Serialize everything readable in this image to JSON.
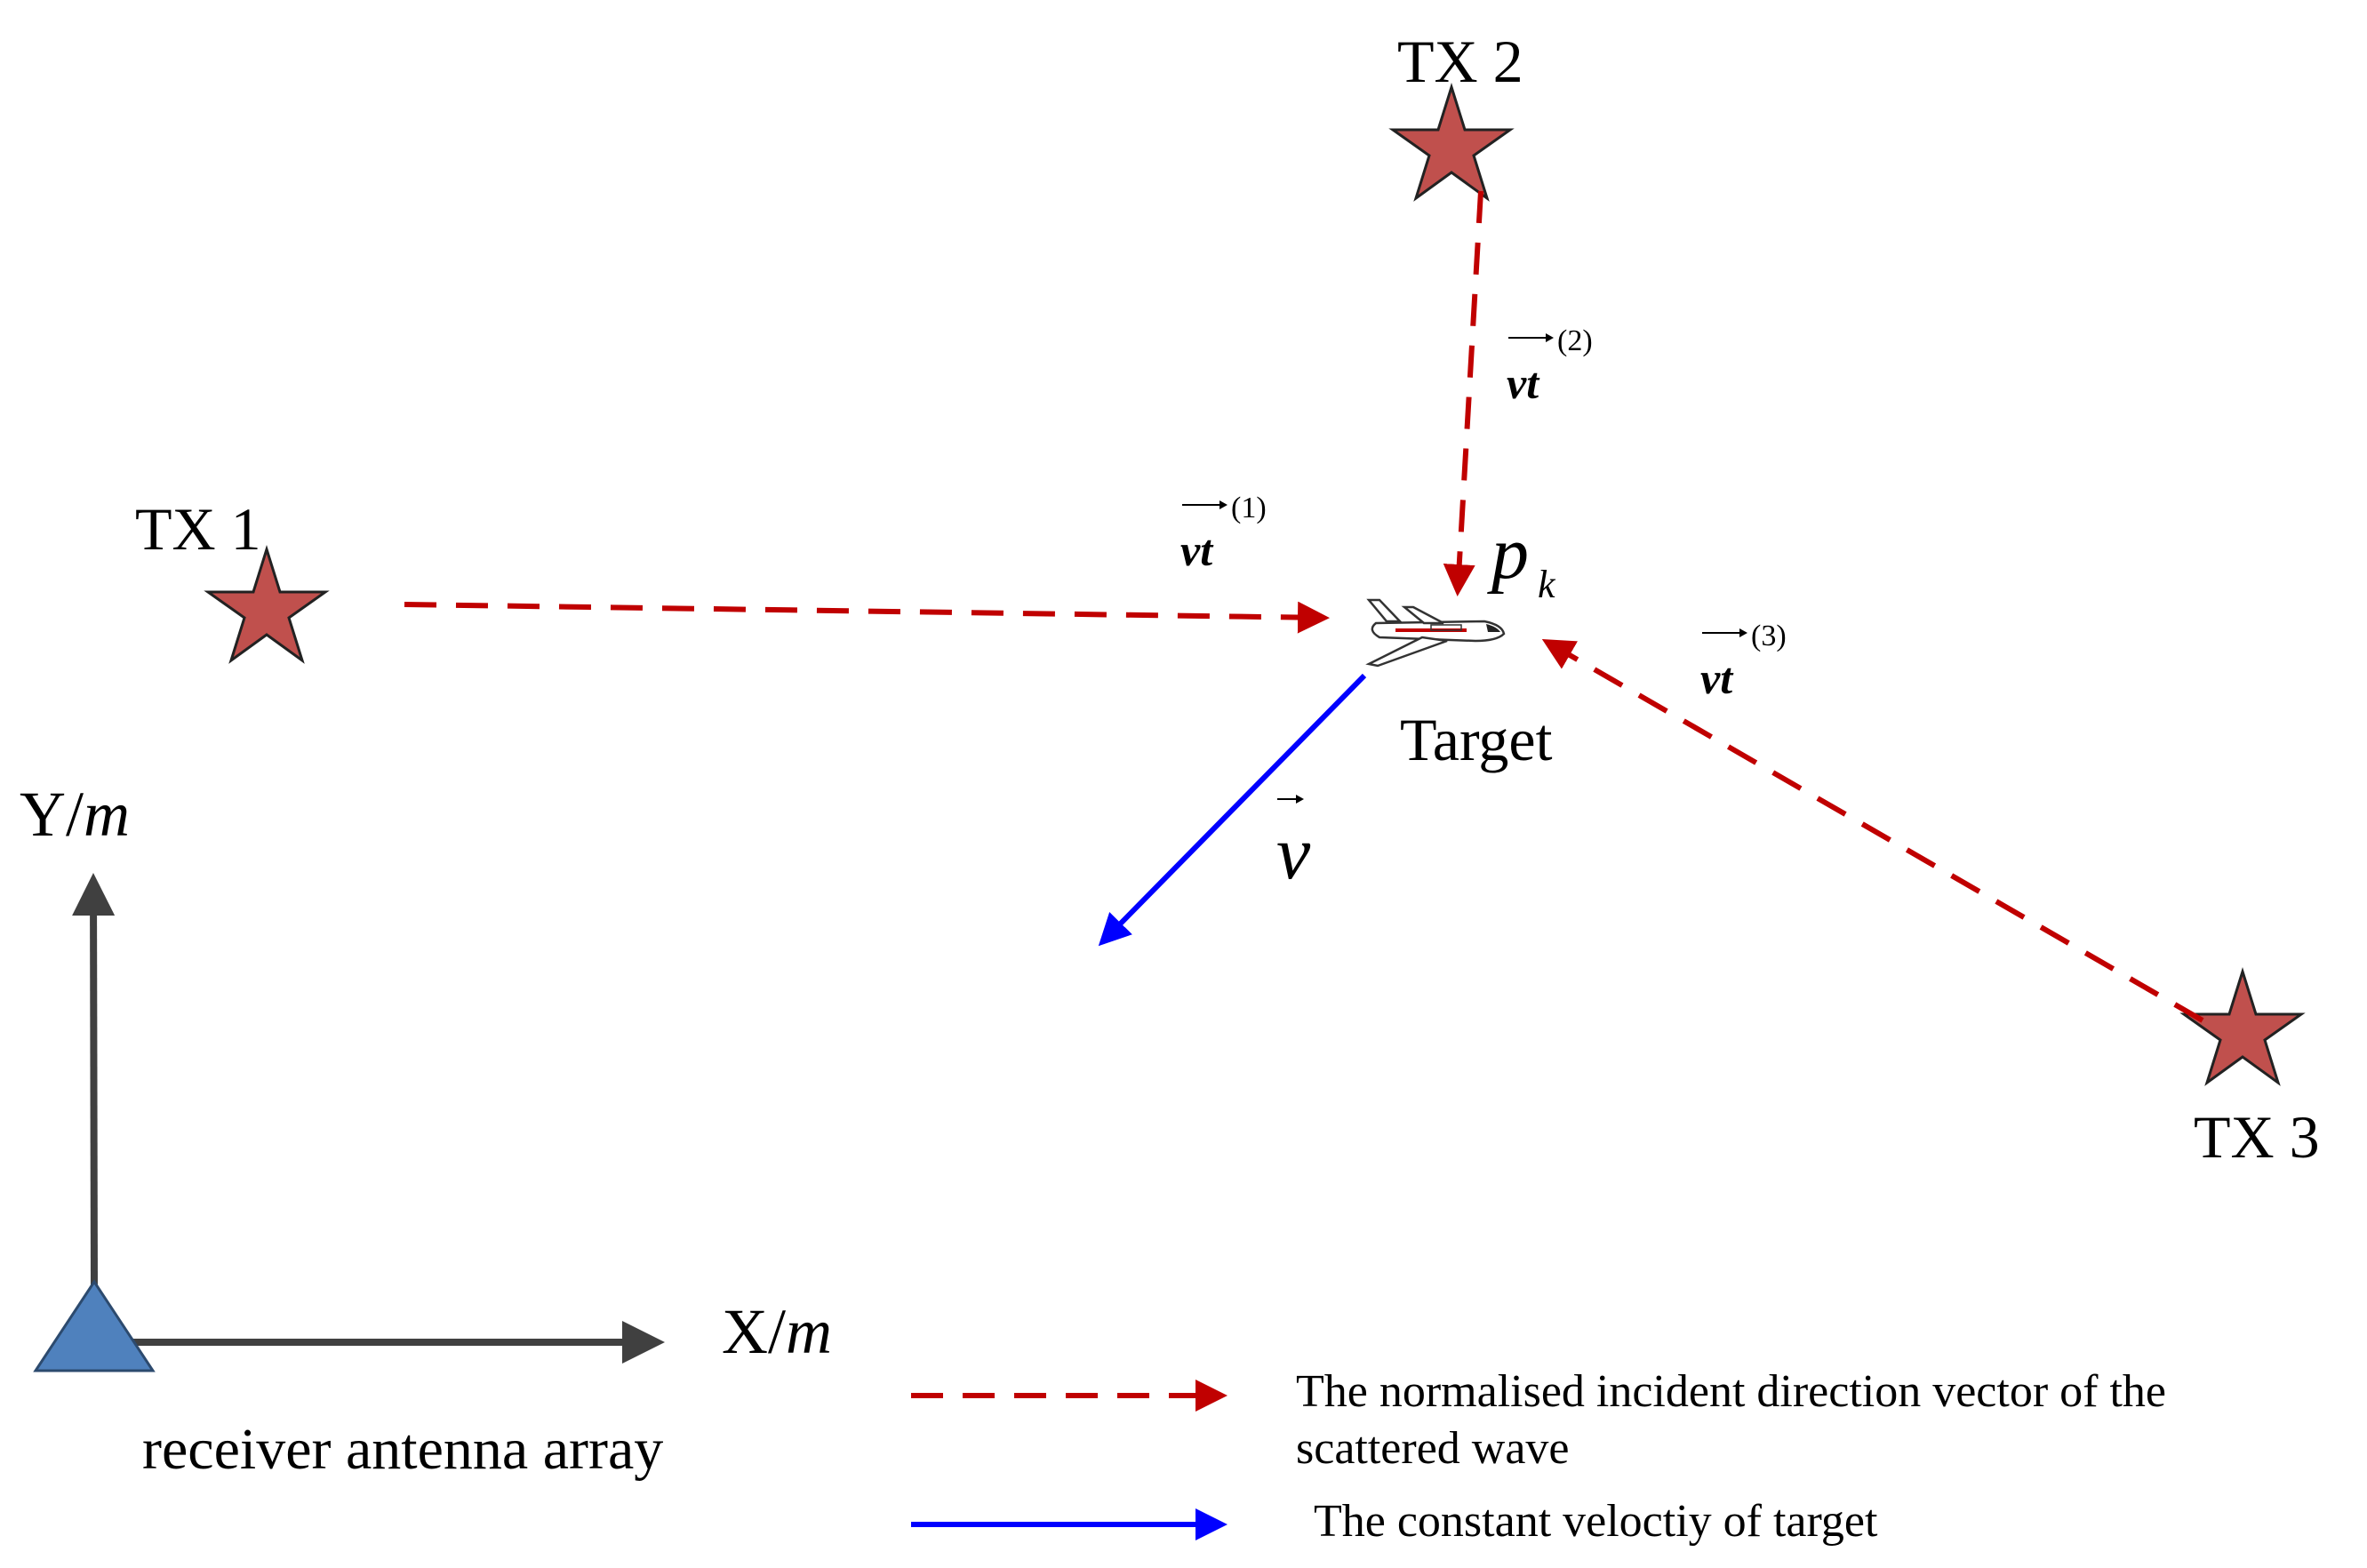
{
  "transmitters": [
    {
      "label": "TX 1"
    },
    {
      "label": "TX 2"
    },
    {
      "label": "TX 3"
    }
  ],
  "target": {
    "label": "Target",
    "position_symbol": "p",
    "position_subscript": "k",
    "velocity_symbol": "v"
  },
  "incident_vectors": [
    {
      "symbol": "vt",
      "superscript": "(1)"
    },
    {
      "symbol": "vt",
      "superscript": "(2)"
    },
    {
      "symbol": "vt",
      "superscript": "(3)"
    }
  ],
  "axes": {
    "y_label": "Y/",
    "y_unit": "m",
    "x_label": "X/",
    "x_unit": "m"
  },
  "receiver": {
    "label": "receiver antenna array"
  },
  "legend": {
    "dashed_line_1": "The normalised incident direction vector of the",
    "dashed_line_2": "scattered wave",
    "solid": "The constant veloctiy of target"
  },
  "colors": {
    "transmitter_star": "#c0504d",
    "incident_arrow": "#c00000",
    "velocity_arrow": "#0000ff",
    "axes": "#404040",
    "receiver": "#4f81bd"
  }
}
